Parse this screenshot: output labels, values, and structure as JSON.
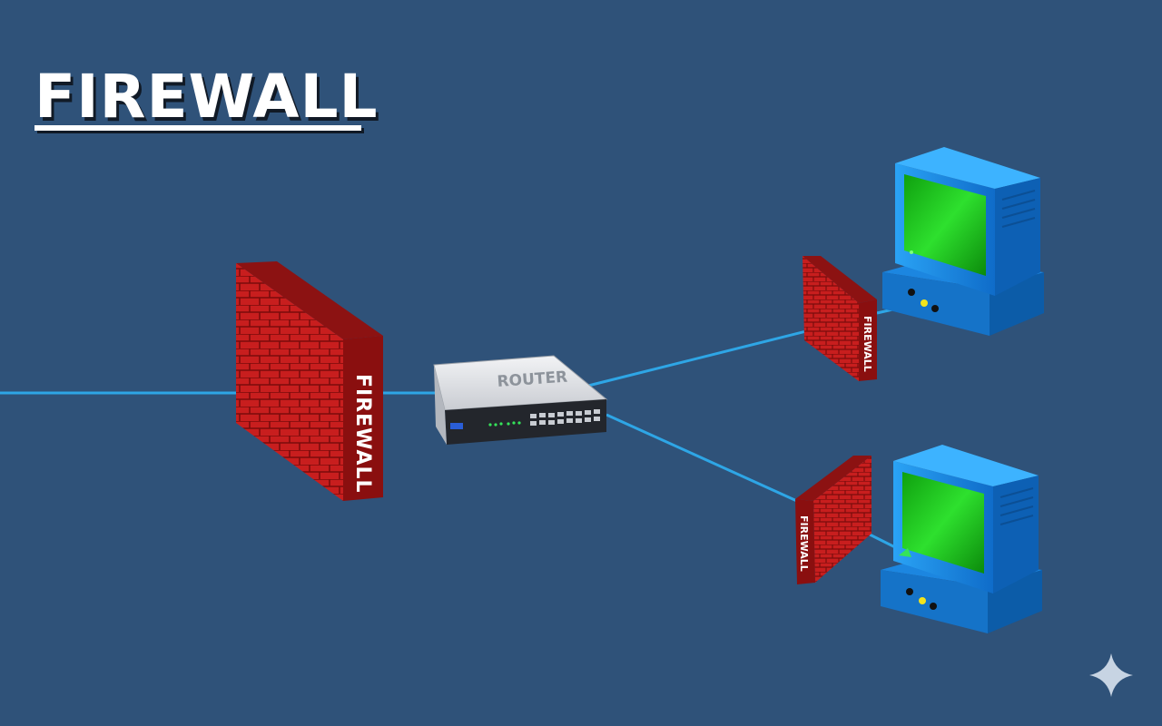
{
  "title": "FIREWALL",
  "main_firewall": {
    "label": "FIREWALL"
  },
  "router": {
    "label": "ROUTER"
  },
  "branches": [
    {
      "firewall_label": "FIREWALL"
    },
    {
      "firewall_label": "FIREWALL"
    }
  ],
  "colors": {
    "background": "#2f5279",
    "link": "#2ea6e6",
    "brick": "#c81e1e",
    "monitor": "#1e90e8",
    "screen": "#22cc22"
  },
  "icons": {
    "corner": "sparkle-icon"
  }
}
